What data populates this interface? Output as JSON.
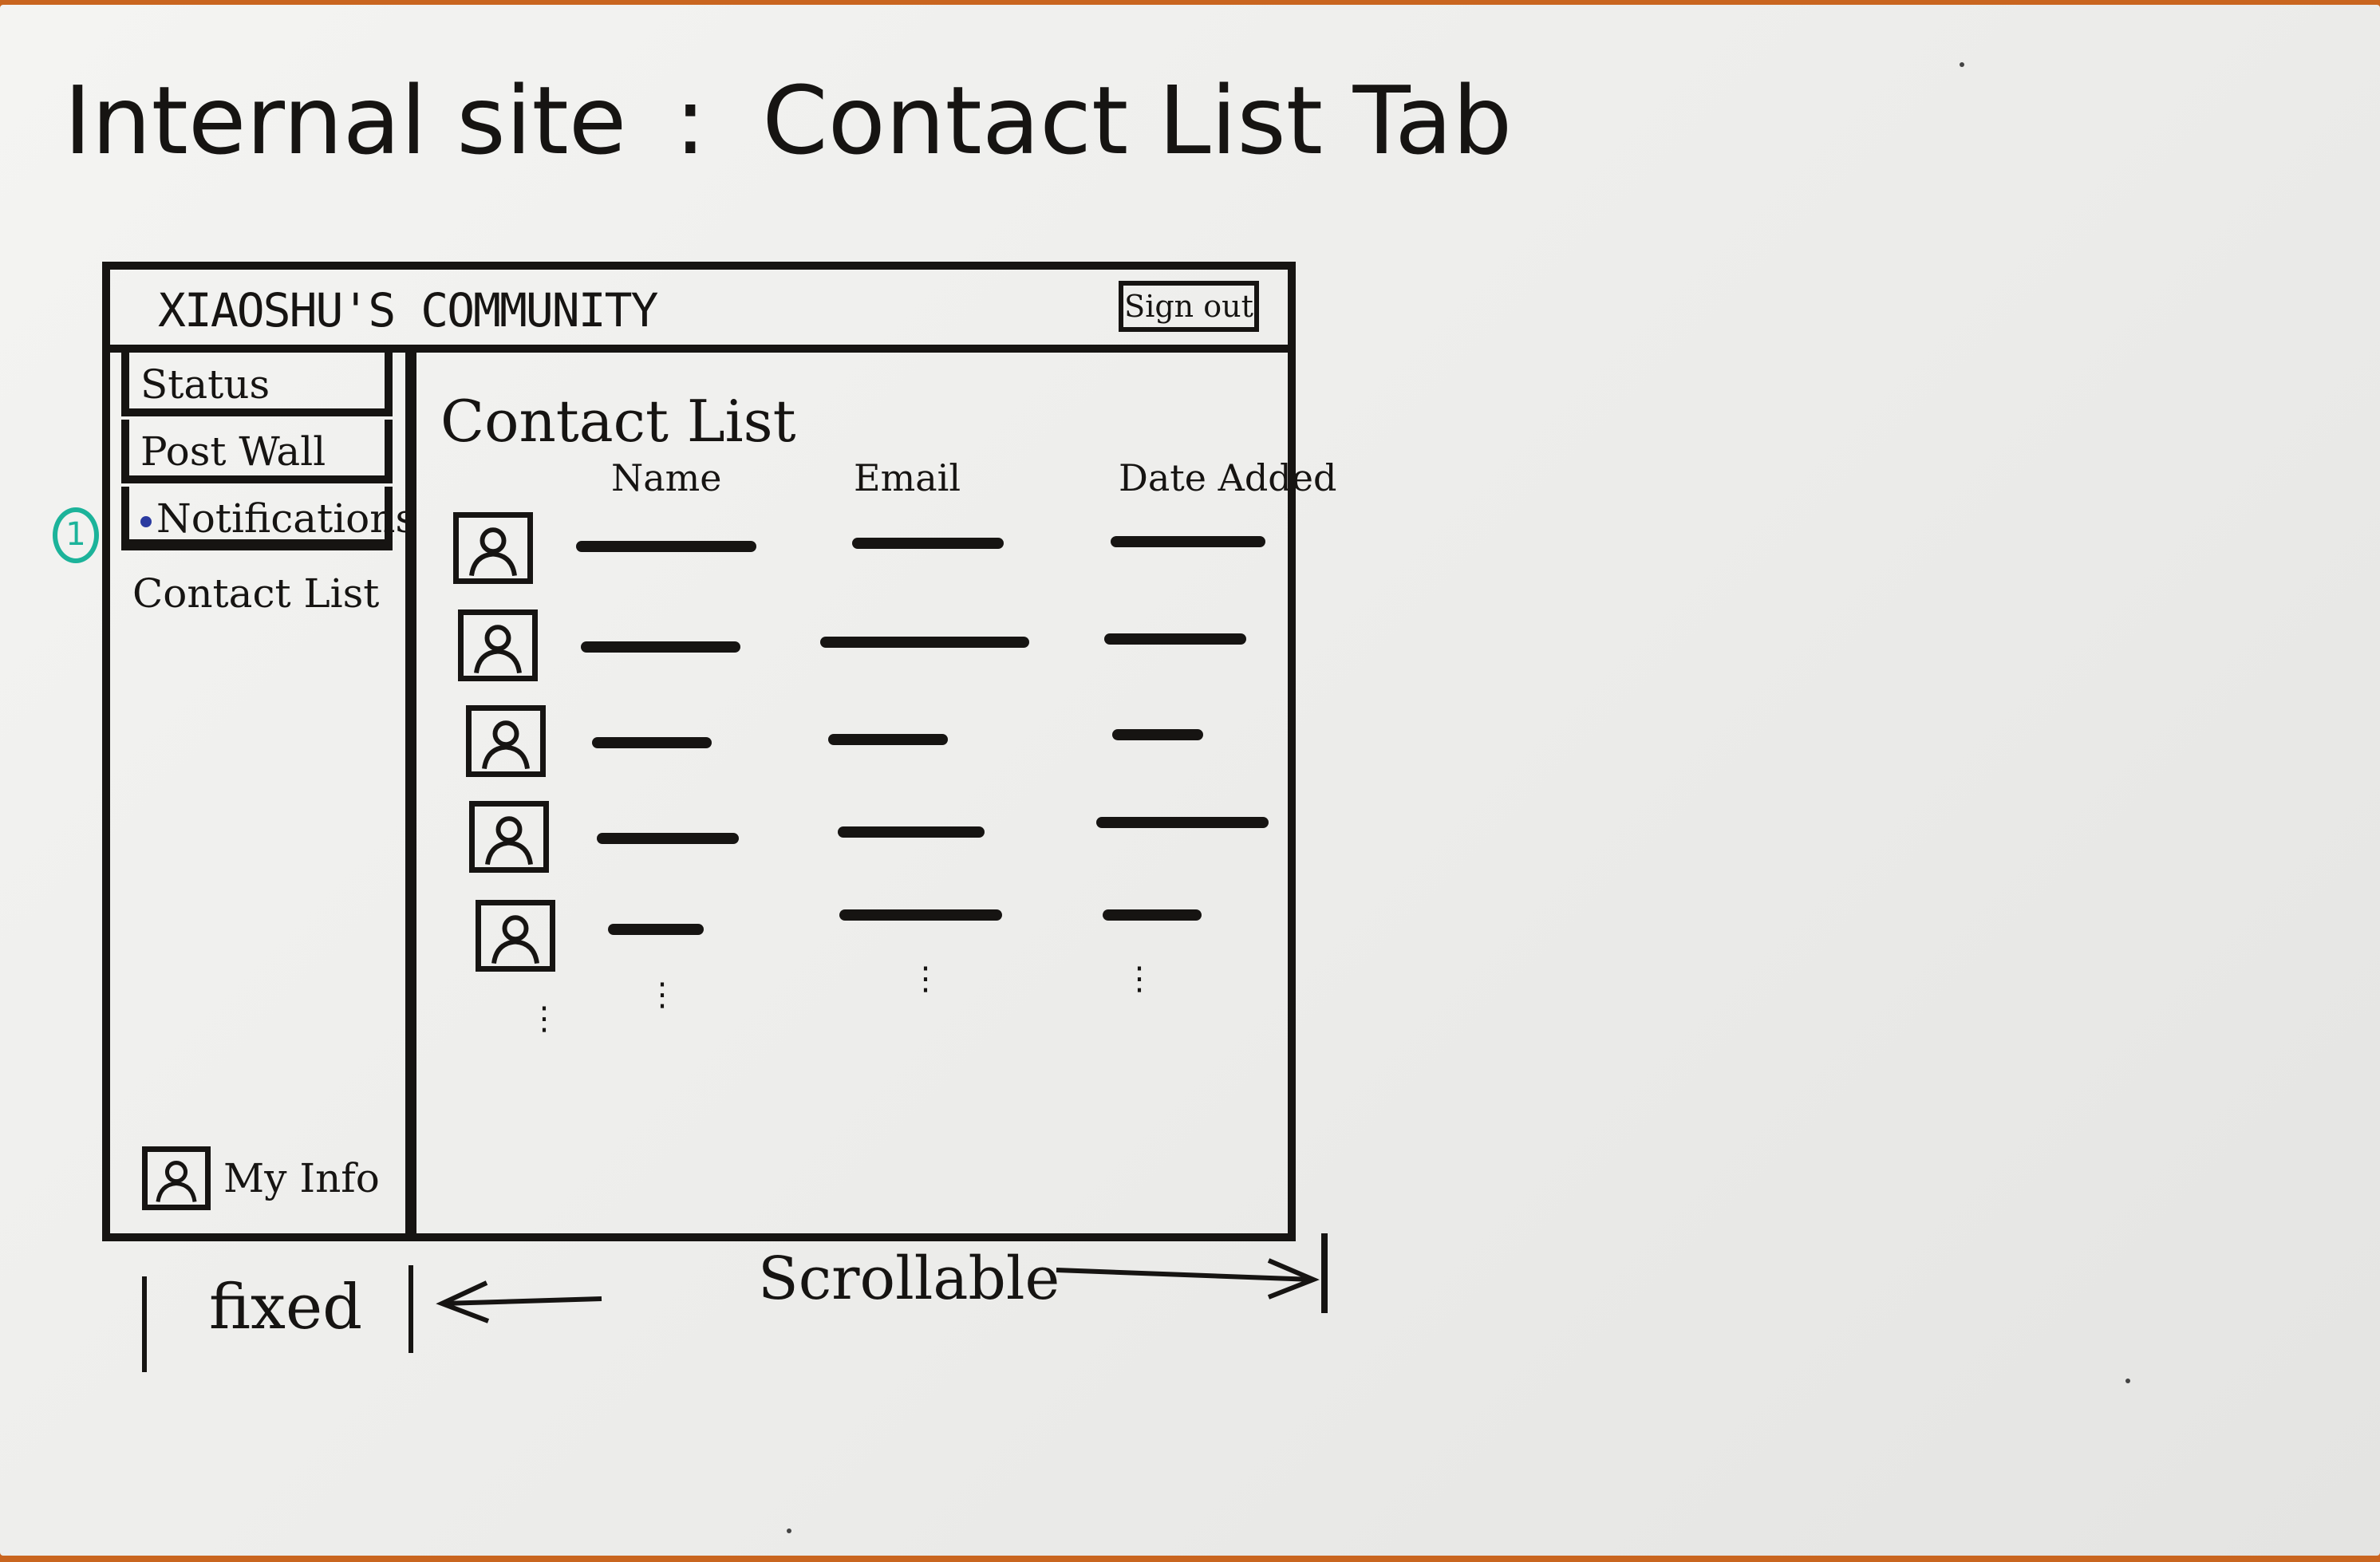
{
  "heading": {
    "site": "Internal site",
    "colon": ":",
    "tab": "Contact List Tab"
  },
  "app": {
    "brand": "XIAOSHU'S COMMUNITY",
    "signout_label": "Sign out",
    "sidebar": {
      "items": [
        {
          "label": "Status"
        },
        {
          "label": "Post Wall"
        },
        {
          "label": "Notifications",
          "has_dot": true
        },
        {
          "label": "Contact List",
          "active": true
        }
      ],
      "myinfo_label": "My Info"
    },
    "main": {
      "title": "Contact List",
      "columns": [
        "Name",
        "Email",
        "Date Added"
      ],
      "rows_shown": 5
    }
  },
  "annotations": {
    "badge": "1",
    "fixed_label": "fixed",
    "scroll_label": "Scrollable"
  },
  "colors": {
    "ink": "#161412",
    "annotation": "#1cb39a",
    "notification_dot": "#2a3aa0",
    "board_frame": "#c9651f"
  }
}
